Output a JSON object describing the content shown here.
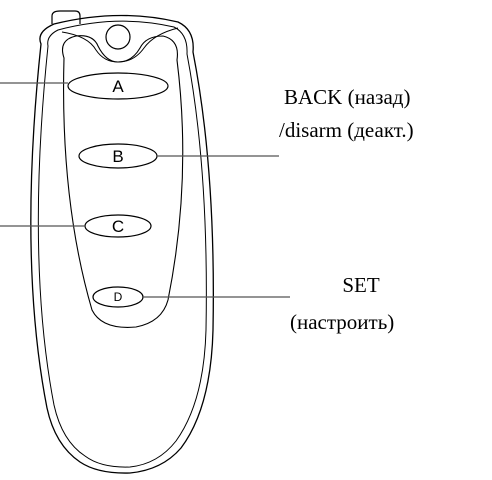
{
  "buttons": [
    {
      "id": "a",
      "letter": "A"
    },
    {
      "id": "b",
      "letter": "B"
    },
    {
      "id": "c",
      "letter": "C"
    },
    {
      "id": "d",
      "letter": "D"
    }
  ],
  "labels": {
    "back_title": "BACK (назад)",
    "back_sub": "/disarm (деакт.)",
    "set_title": "SET",
    "set_sub": "(настроить)"
  },
  "colors": {
    "stroke": "#000000",
    "leader_line": "#555555",
    "background": "#ffffff"
  }
}
